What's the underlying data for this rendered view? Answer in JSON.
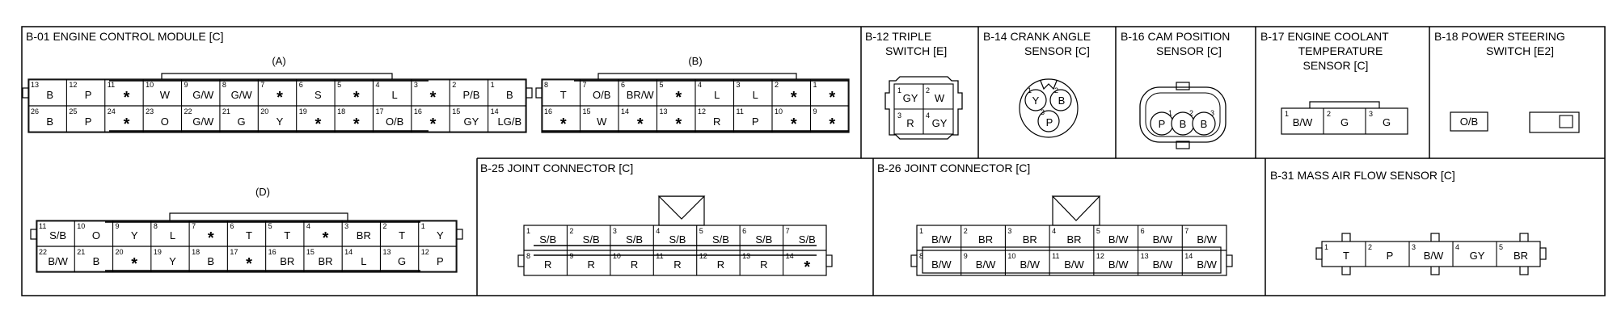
{
  "panels": {
    "b01": {
      "title": "B-01 ENGINE CONTROL MODULE [C]",
      "conn_a": {
        "label": "(A)",
        "row1": [
          [
            "13",
            "B"
          ],
          [
            "12",
            "P"
          ],
          [
            "11",
            "*"
          ],
          [
            "10",
            "W"
          ],
          [
            "9",
            "G/W"
          ],
          [
            "8",
            "G/W"
          ],
          [
            "7",
            "*"
          ],
          [
            "6",
            "S"
          ],
          [
            "5",
            "*"
          ],
          [
            "4",
            "L"
          ],
          [
            "3",
            "*"
          ],
          [
            "2",
            "P/B"
          ],
          [
            "1",
            "B"
          ]
        ],
        "row2": [
          [
            "26",
            "B"
          ],
          [
            "25",
            "P"
          ],
          [
            "24",
            "*"
          ],
          [
            "23",
            "O"
          ],
          [
            "22",
            "G/W"
          ],
          [
            "21",
            "G"
          ],
          [
            "20",
            "Y"
          ],
          [
            "19",
            "*"
          ],
          [
            "18",
            "*"
          ],
          [
            "17",
            "O/B"
          ],
          [
            "16",
            "*"
          ],
          [
            "15",
            "GY"
          ],
          [
            "14",
            "LG/B"
          ]
        ]
      },
      "conn_b": {
        "label": "(B)",
        "row1": [
          [
            "8",
            "T"
          ],
          [
            "7",
            "O/B"
          ],
          [
            "6",
            "BR/W"
          ],
          [
            "5",
            "*"
          ],
          [
            "4",
            "L"
          ],
          [
            "3",
            "L"
          ],
          [
            "2",
            "*"
          ],
          [
            "1",
            "*"
          ]
        ],
        "row2": [
          [
            "16",
            "*"
          ],
          [
            "15",
            "W"
          ],
          [
            "14",
            "*"
          ],
          [
            "13",
            "*"
          ],
          [
            "12",
            "R"
          ],
          [
            "11",
            "P"
          ],
          [
            "10",
            "*"
          ],
          [
            "9",
            "*"
          ]
        ]
      },
      "conn_d": {
        "label": "(D)",
        "row1": [
          [
            "11",
            "S/B"
          ],
          [
            "10",
            "O"
          ],
          [
            "9",
            "Y"
          ],
          [
            "8",
            "L"
          ],
          [
            "7",
            "*"
          ],
          [
            "6",
            "T"
          ],
          [
            "5",
            "T"
          ],
          [
            "4",
            "*"
          ],
          [
            "3",
            "BR"
          ],
          [
            "2",
            "T"
          ],
          [
            "1",
            "Y"
          ]
        ],
        "row2": [
          [
            "22",
            "B/W"
          ],
          [
            "21",
            "B"
          ],
          [
            "20",
            "*"
          ],
          [
            "19",
            "Y"
          ],
          [
            "18",
            "B"
          ],
          [
            "17",
            "*"
          ],
          [
            "16",
            "BR"
          ],
          [
            "15",
            "BR"
          ],
          [
            "14",
            "L"
          ],
          [
            "13",
            "G"
          ],
          [
            "12",
            "P"
          ]
        ]
      }
    },
    "b12": {
      "title_line1": "B-12 TRIPLE",
      "title_line2": "SWITCH [E]",
      "pins": [
        [
          "1",
          "GY"
        ],
        [
          "2",
          "W"
        ],
        [
          "3",
          "R"
        ],
        [
          "4",
          "GY"
        ]
      ]
    },
    "b14": {
      "title_line1": "B-14 CRANK ANGLE",
      "title_line2": "SENSOR [C]",
      "pins": [
        [
          "1",
          "Y"
        ],
        [
          "2",
          "B"
        ],
        [
          "3",
          "P"
        ]
      ]
    },
    "b16": {
      "title_line1": "B-16 CAM POSITION",
      "title_line2": "SENSOR [C]",
      "pins": [
        [
          "1",
          "P"
        ],
        [
          "2",
          "B"
        ],
        [
          "3",
          "B"
        ]
      ]
    },
    "b17": {
      "title_line1": "B-17 ENGINE COOLANT",
      "title_line2": "TEMPERATURE",
      "title_line3": "SENSOR [C]",
      "pins": [
        [
          "1",
          "B/W"
        ],
        [
          "2",
          "G"
        ],
        [
          "3",
          "G"
        ]
      ]
    },
    "b18": {
      "title_line1": "B-18 POWER STEERING",
      "title_line2": "SWITCH [E2]",
      "pin_label": "O/B"
    },
    "b25": {
      "title": "B-25 JOINT CONNECTOR [C]",
      "row1": [
        [
          "1",
          "S/B"
        ],
        [
          "2",
          "S/B"
        ],
        [
          "3",
          "S/B"
        ],
        [
          "4",
          "S/B"
        ],
        [
          "5",
          "S/B"
        ],
        [
          "6",
          "S/B"
        ],
        [
          "7",
          "S/B"
        ]
      ],
      "row2": [
        [
          "8",
          "R"
        ],
        [
          "9",
          "R"
        ],
        [
          "10",
          "R"
        ],
        [
          "11",
          "R"
        ],
        [
          "12",
          "R"
        ],
        [
          "13",
          "R"
        ],
        [
          "14",
          "*"
        ]
      ]
    },
    "b26": {
      "title": "B-26 JOINT CONNECTOR [C]",
      "row1": [
        [
          "1",
          "B/W"
        ],
        [
          "2",
          "BR"
        ],
        [
          "3",
          "BR"
        ],
        [
          "4",
          "BR"
        ],
        [
          "5",
          "B/W"
        ],
        [
          "6",
          "B/W"
        ],
        [
          "7",
          "B/W"
        ]
      ],
      "row2": [
        [
          "8",
          "B/W"
        ],
        [
          "9",
          "B/W"
        ],
        [
          "10",
          "B/W"
        ],
        [
          "11",
          "B/W"
        ],
        [
          "12",
          "B/W"
        ],
        [
          "13",
          "B/W"
        ],
        [
          "14",
          "B/W"
        ]
      ]
    },
    "b31": {
      "title": "B-31 MASS AIR FLOW SENSOR [C]",
      "pins": [
        [
          "1",
          "T"
        ],
        [
          "2",
          "P"
        ],
        [
          "3",
          "B/W"
        ],
        [
          "4",
          "GY"
        ],
        [
          "5",
          "BR"
        ]
      ]
    }
  }
}
